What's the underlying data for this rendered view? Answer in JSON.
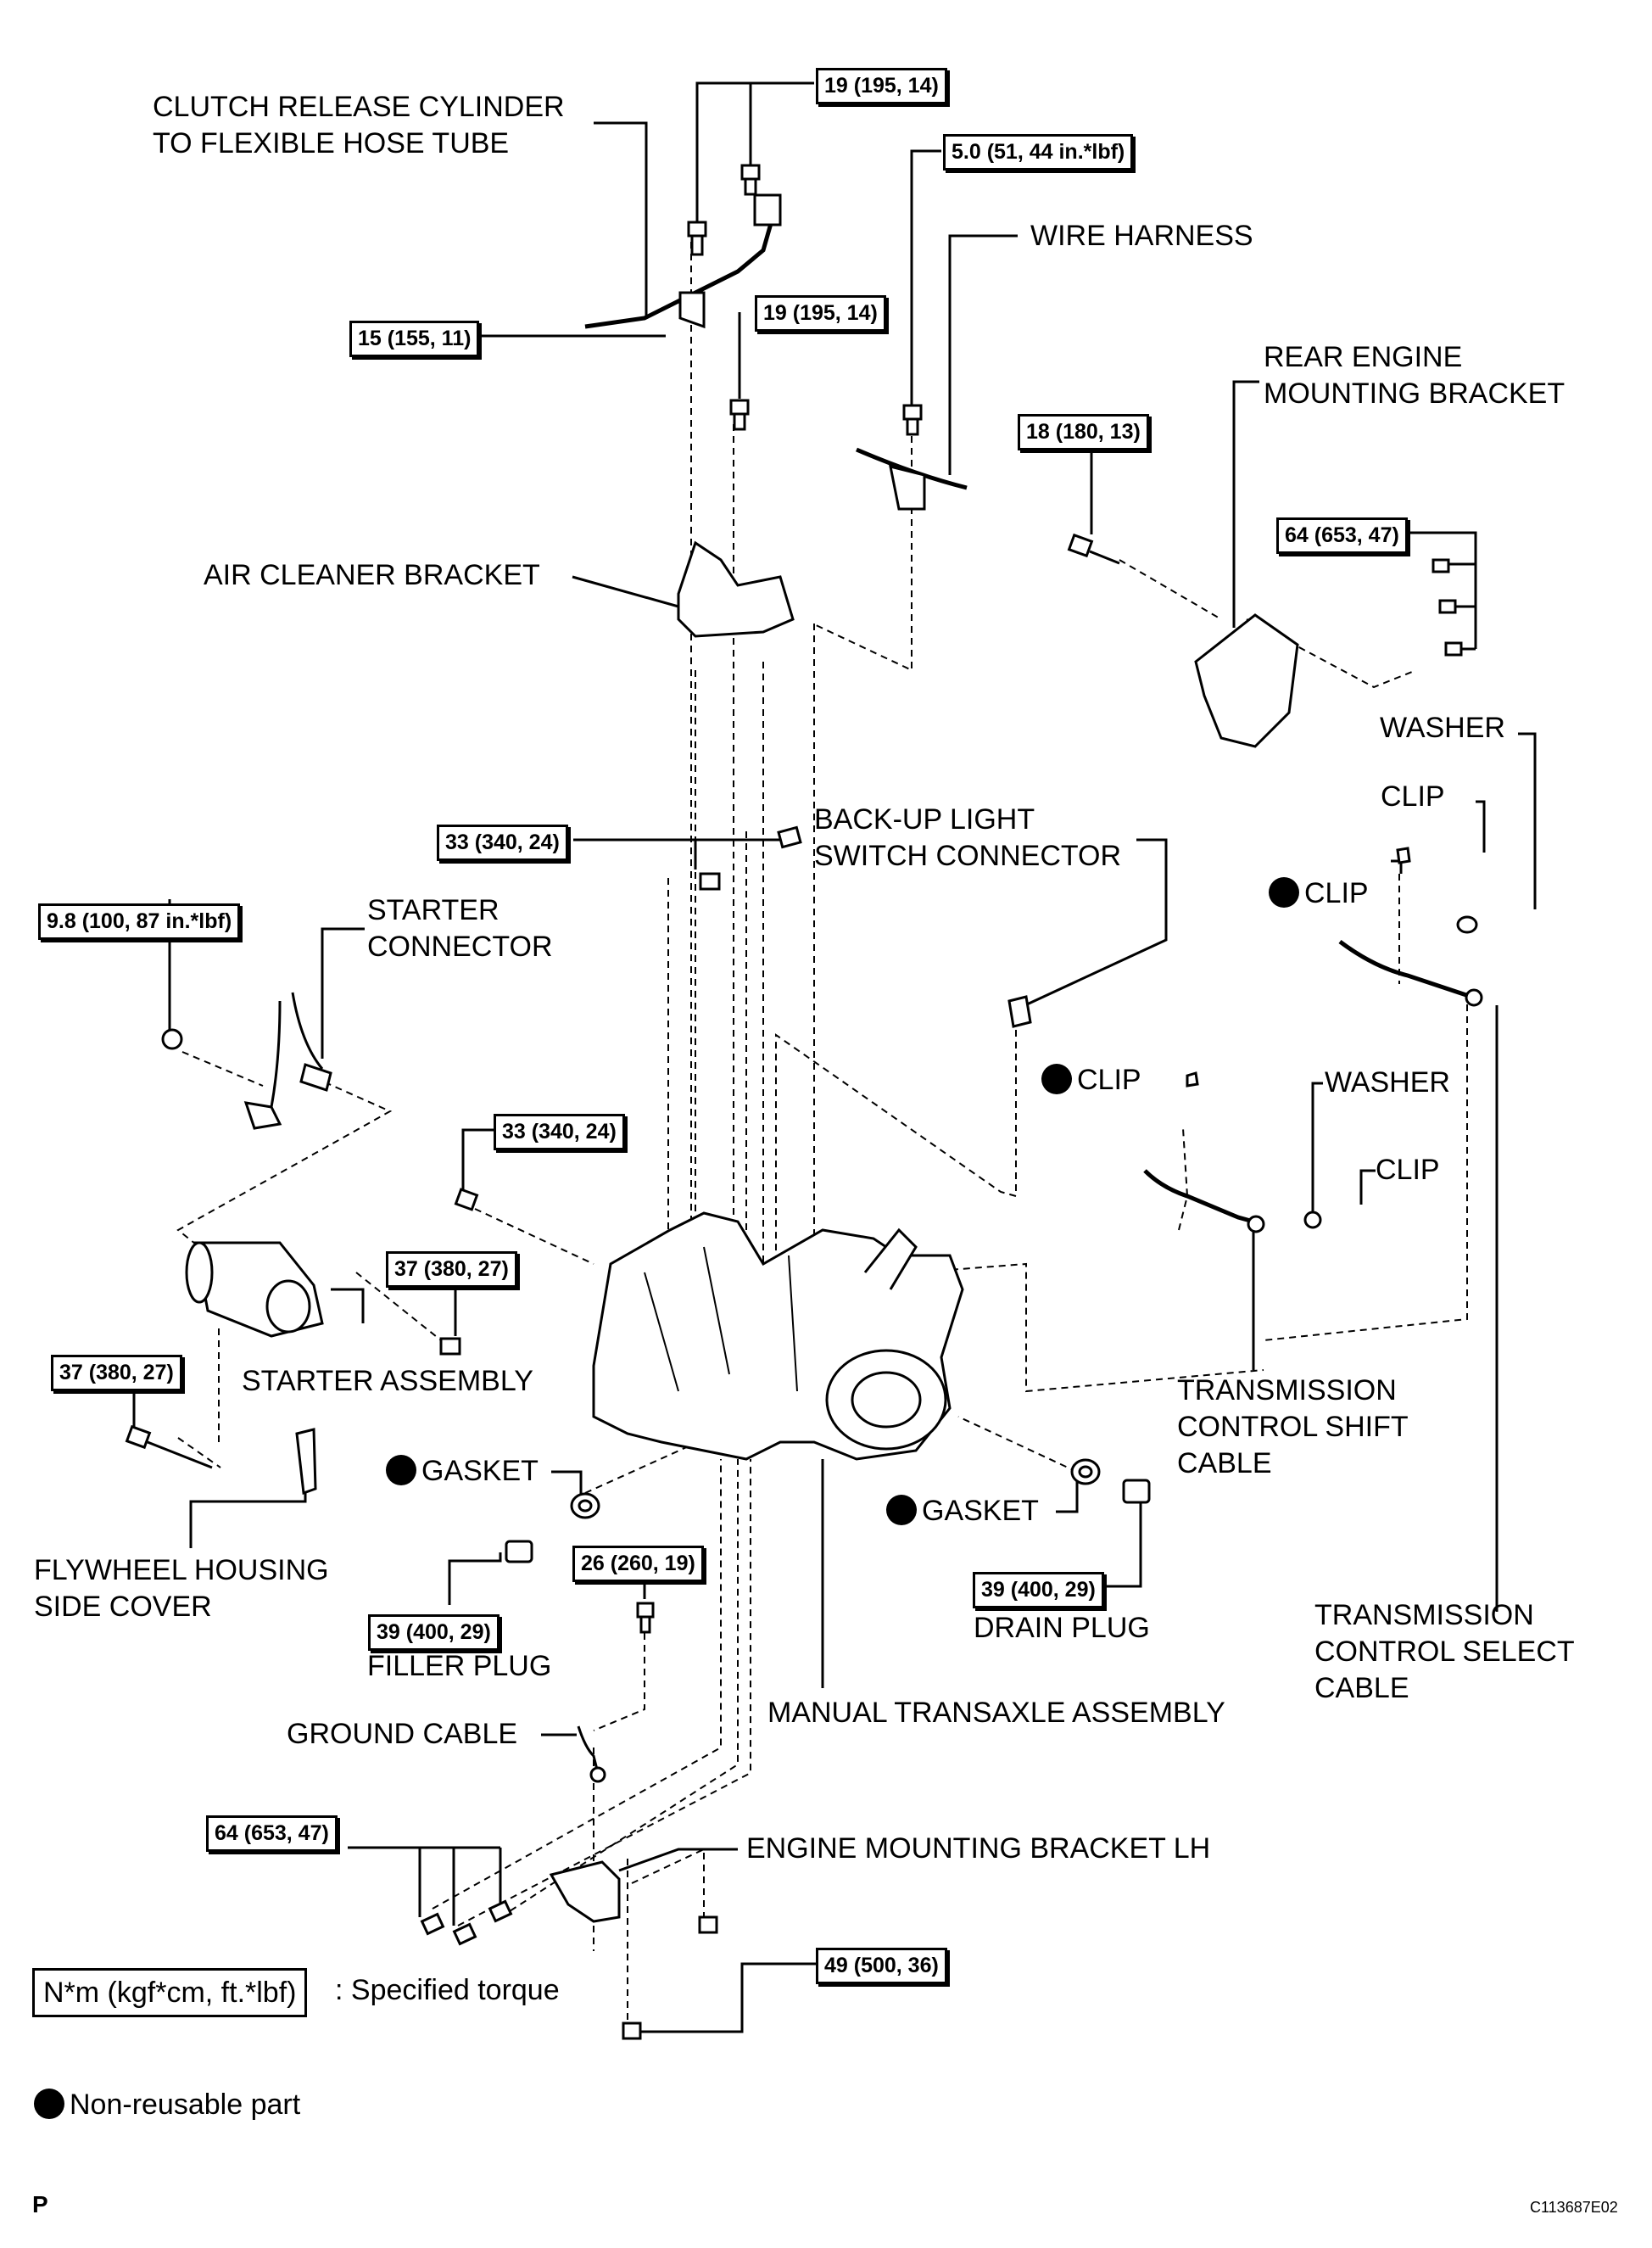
{
  "labels": {
    "clutch_release": "CLUTCH RELEASE CYLINDER\nTO FLEXIBLE HOSE TUBE",
    "wire_harness": "WIRE HARNESS",
    "rear_engine_bracket": "REAR ENGINE\nMOUNTING BRACKET",
    "air_cleaner_bracket": "AIR CLEANER BRACKET",
    "backup_light": "BACK-UP LIGHT\nSWITCH CONNECTOR",
    "starter_connector": "STARTER\nCONNECTOR",
    "washer_upper": "WASHER",
    "clip_upper": "CLIP",
    "clip_nonreusable_upper": "CLIP",
    "clip_nonreusable_mid": "CLIP",
    "washer_mid": "WASHER",
    "clip_mid": "CLIP",
    "starter_assembly": "STARTER ASSEMBLY",
    "shift_cable": "TRANSMISSION\nCONTROL SHIFT\nCABLE",
    "gasket_left": "GASKET",
    "gasket_right": "GASKET",
    "flywheel_cover": "FLYWHEEL HOUSING\nSIDE COVER",
    "drain_plug": "DRAIN PLUG",
    "filler_plug": "FILLER PLUG",
    "select_cable": "TRANSMISSION\nCONTROL SELECT\nCABLE",
    "ground_cable": "GROUND CABLE",
    "manual_transaxle": "MANUAL TRANSAXLE ASSEMBLY",
    "engine_bracket_lh": "ENGINE MOUNTING BRACKET LH"
  },
  "torques": {
    "t19_top": "19 (195, 14)",
    "t50": "5.0 (51, 44 in.*lbf)",
    "t15": "15 (155, 11)",
    "t19_mid": "19 (195, 14)",
    "t18": "18 (180, 13)",
    "t64_rear": "64 (653, 47)",
    "t33_top": "33 (340, 24)",
    "t98": "9.8 (100, 87 in.*lbf)",
    "t33_mid": "33 (340, 24)",
    "t37_right": "37 (380, 27)",
    "t37_left": "37 (380, 27)",
    "t26": "26 (260, 19)",
    "t39_drain": "39 (400, 29)",
    "t39_filler": "39 (400, 29)",
    "t64_lh": "64 (653, 47)",
    "t49": "49 (500, 36)"
  },
  "legend": {
    "unit": "N*m (kgf*cm, ft.*lbf)",
    "unit_desc": ": Specified torque",
    "non_reusable": "Non-reusable part",
    "page_mark": "P",
    "figure_code": "C113687E02"
  }
}
